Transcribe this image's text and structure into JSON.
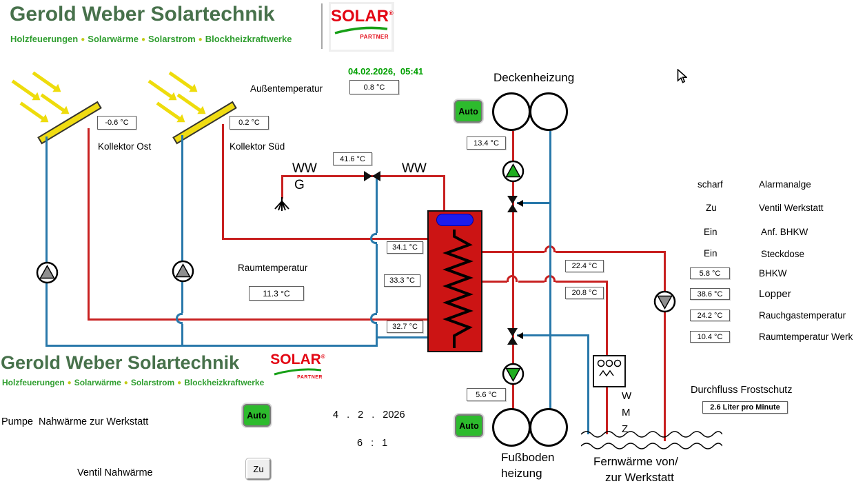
{
  "brand": {
    "title": "Gerold Weber Solartechnik",
    "subtitle_items": [
      "Holzfeuerungen",
      "Solarwärme",
      "Solarstrom",
      "Blockheizkraftwerke"
    ],
    "bullet": "●",
    "solar_logo": {
      "name": "SOLAR",
      "partner": "PARTNER",
      "registered": "®"
    }
  },
  "header": {
    "datetime": "04.02.2026,  05:41"
  },
  "outdoor": {
    "label": "Außentemperatur",
    "value": "0.8 °C"
  },
  "collectors": {
    "ost": {
      "label": "Kollektor Ost",
      "temp": "-0.6 °C"
    },
    "sued": {
      "label": "Kollektor Süd",
      "temp": "0.2 °C"
    }
  },
  "schematic": {
    "ww_left": "WW",
    "g": "G",
    "ww_right": "WW",
    "ww_temp": "41.6 °C",
    "deckenheizung_label": "Deckenheizung",
    "deckenheizung_temp": "13.4 °C",
    "auto_label": "Auto",
    "tank_temp_top": "34.1 °C",
    "tank_temp_mid": "33.3 °C",
    "tank_temp_bottom": "32.7 °C",
    "raumtemperatur_label": "Raumtemperatur",
    "raumtemperatur_value": "11.3 °C",
    "flow_temp_1": "22.4 °C",
    "flow_temp_2": "20.8 °C",
    "fussboden_temp": "5.6 °C",
    "fussboden_label_1": "Fußboden",
    "fussboden_label_2": "heizung",
    "fernwaerme_label_1": "Fernwärme von/",
    "fernwaerme_label_2": "zur Werkstatt",
    "wmz_letters": [
      "W",
      "M",
      "Z"
    ]
  },
  "status_list": [
    {
      "state": "scharf",
      "label": "Alarmanalge"
    },
    {
      "state": "Zu",
      "label": "Ventil Werkstatt"
    },
    {
      "state": "Ein",
      "label": "Anf. BHKW"
    },
    {
      "state": "Ein",
      "label": "Steckdose"
    }
  ],
  "sensor_list": [
    {
      "value": "5.8 °C",
      "label": "BHKW"
    },
    {
      "value": "38.6 °C",
      "label": "Lopper"
    },
    {
      "value": "24.2 °C",
      "label": "Rauchgastemperatur"
    },
    {
      "value": "10.4 °C",
      "label": "Raumtemperatur Werk"
    }
  ],
  "footer": {
    "pump_label": "Pumpe  Nahwärme zur Werkstatt",
    "auto_label": "Auto",
    "valve_label": "Ventil Nahwärme",
    "valve_state": "Zu",
    "date": "4 . 2 . 2026",
    "time": "6 : 1",
    "durchfluss_label": "Durchfluss Frostschutz",
    "durchfluss_value": "2.6 Liter pro Minute"
  }
}
